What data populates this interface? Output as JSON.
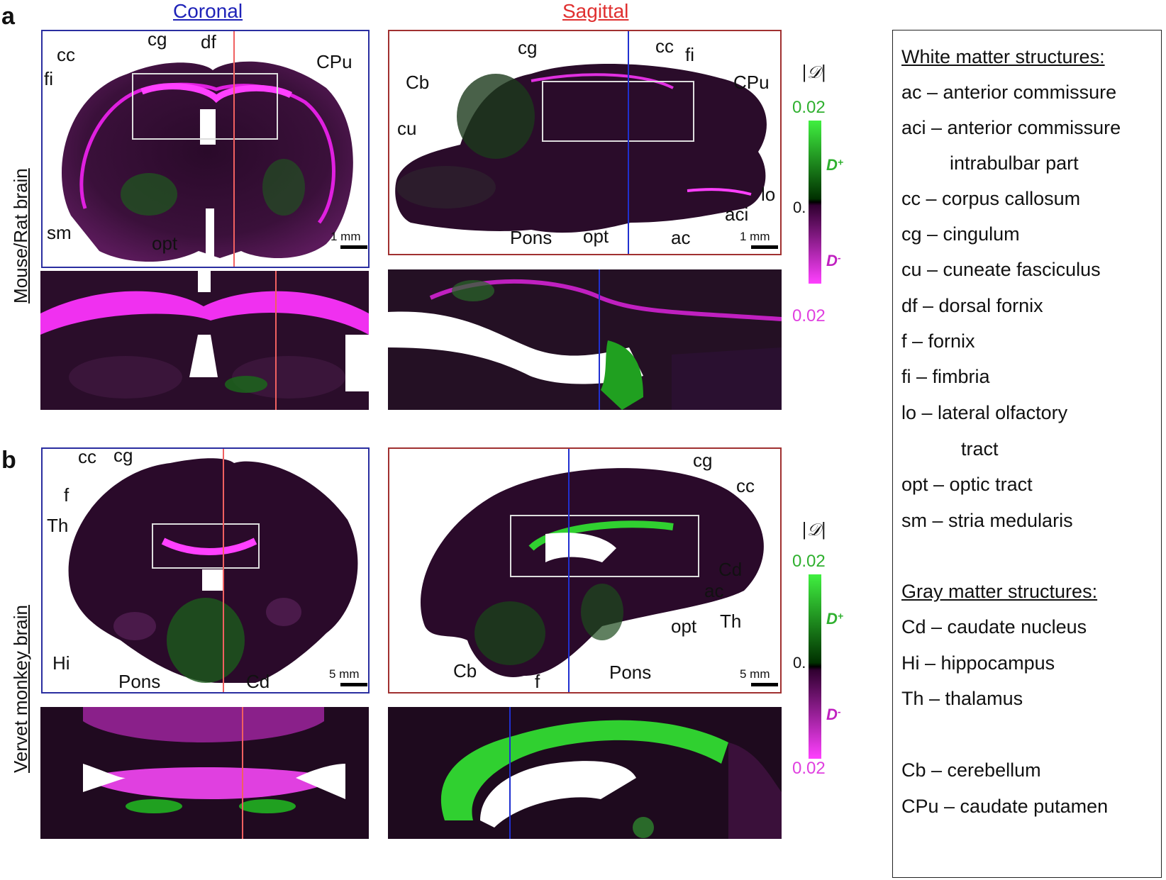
{
  "panels": {
    "a": "a",
    "b": "b"
  },
  "columns": {
    "coronal": "Coronal",
    "sagittal": "Sagittal"
  },
  "rows": {
    "mouse": "Mouse/Rat brain",
    "monkey": "Vervet monkey brain"
  },
  "colorbar": {
    "title": "|𝒟|",
    "top": "0.02",
    "mid": "0.",
    "bottom": "0.02",
    "dplus": "D",
    "dplus_sup": "+",
    "dminus": "D",
    "dminus_sup": "-",
    "color_positive": "#20c020",
    "color_negative": "#f040f0"
  },
  "scalebars": {
    "mouse": "1 mm",
    "monkey": "5 mm"
  },
  "labels": {
    "mouse_coronal": [
      "cg",
      "df",
      "cc",
      "fi",
      "CPu",
      "sm",
      "opt"
    ],
    "mouse_sagittal": [
      "cg",
      "cc",
      "fi",
      "Cb",
      "CPu",
      "cu",
      "lo",
      "aci",
      "Pons",
      "opt",
      "ac"
    ],
    "monkey_coronal": [
      "cc",
      "cg",
      "f",
      "Th",
      "Hi",
      "Pons",
      "Cd"
    ],
    "monkey_sagittal": [
      "cg",
      "cc",
      "Cd",
      "ac",
      "Th",
      "opt",
      "Cb",
      "f",
      "Pons"
    ]
  },
  "legend": {
    "white_head": "White matter structures:",
    "white": [
      "ac  – anterior commissure",
      "aci – anterior commissure",
      "intrabulbar part",
      "cc  – corpus callosum",
      "cg  – cingulum",
      "cu  – cuneate fasciculus",
      "df   – dorsal fornix",
      "f     – fornix",
      "fi    – fimbria",
      "lo   – lateral olfactory",
      "tract",
      "opt – optic tract",
      "sm  – stria medularis"
    ],
    "gray_head": "Gray matter structures:",
    "gray": [
      "Cd   – caudate nucleus",
      "Hi    – hippocampus",
      "Th   – thalamus"
    ],
    "other": [
      "Cb   – cerebellum",
      "CPu – caudate putamen"
    ]
  }
}
